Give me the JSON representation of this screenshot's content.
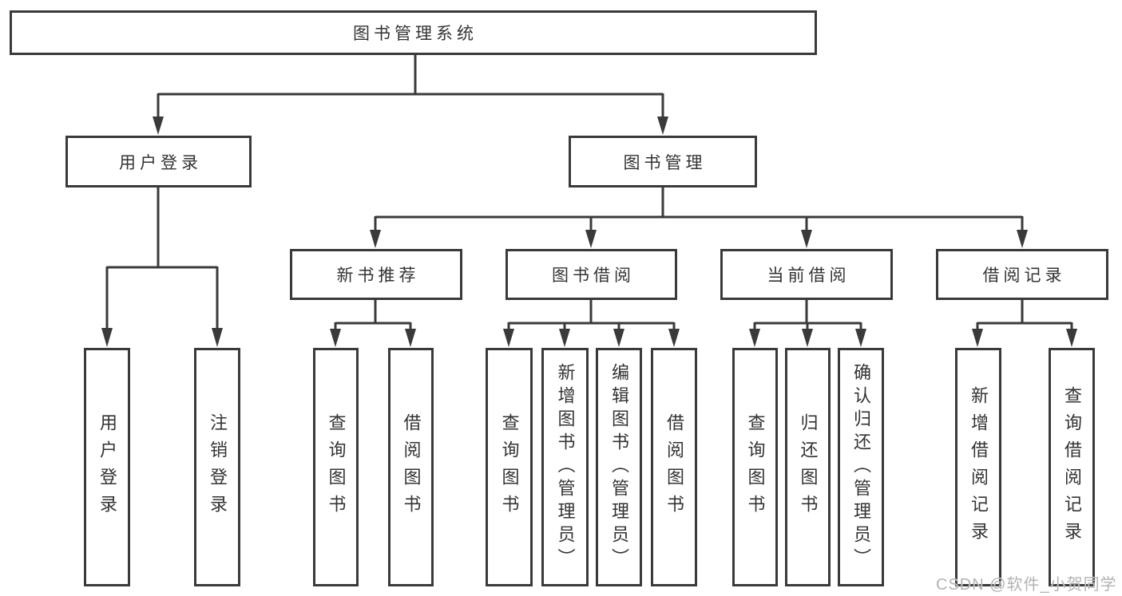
{
  "nodes": {
    "root": "图书管理系统",
    "user_login": "用户登录",
    "book_mgmt": "图书管理",
    "new_book": "新书推荐",
    "book_borrow": "图书借阅",
    "current_borrow": "当前借阅",
    "borrow_record": "借阅记录",
    "ul_user_login": "用户登录",
    "ul_logout": "注销登录",
    "nb_query_book": "查询图书",
    "nb_borrow_book": "借阅图书",
    "bb_query_book": "查询图书",
    "bb_add_book": "新增图书（管理员）",
    "bb_edit_book": "编辑图书（管理员）",
    "bb_borrow_book": "借阅图书",
    "cb_query_book": "查询图书",
    "cb_return_book": "归还图书",
    "cb_confirm_return": "确认归还（管理员）",
    "br_add_record": "新增借阅记录",
    "br_query_record": "查询借阅记录"
  },
  "watermark": {
    "text": "CSDN @软件_小贺同学"
  },
  "colors": {
    "line": "#3a3a3a",
    "text": "#333333",
    "watermark": "#b3b3b3"
  }
}
